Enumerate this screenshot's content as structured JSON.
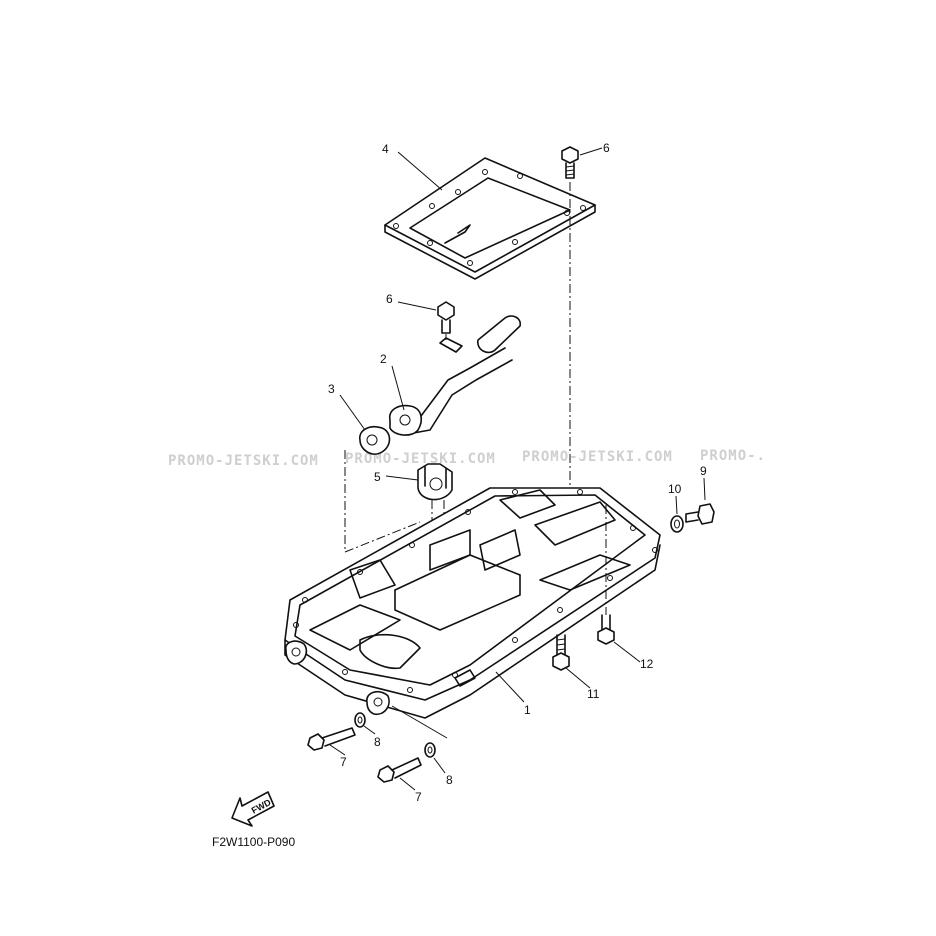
{
  "diagram": {
    "code": "F2W1100-P090",
    "fwd_label": "FWD",
    "watermark": "PROMO-JETSKI.COM",
    "watermark_partial": "PROMO-.",
    "callouts": {
      "c1": "1",
      "c2": "2",
      "c3": "3",
      "c4": "4",
      "c5": "5",
      "c6a": "6",
      "c6b": "6",
      "c7a": "7",
      "c7b": "7",
      "c8a": "8",
      "c8b": "8",
      "c9": "9",
      "c10": "10",
      "c11": "11",
      "c12": "12"
    }
  }
}
